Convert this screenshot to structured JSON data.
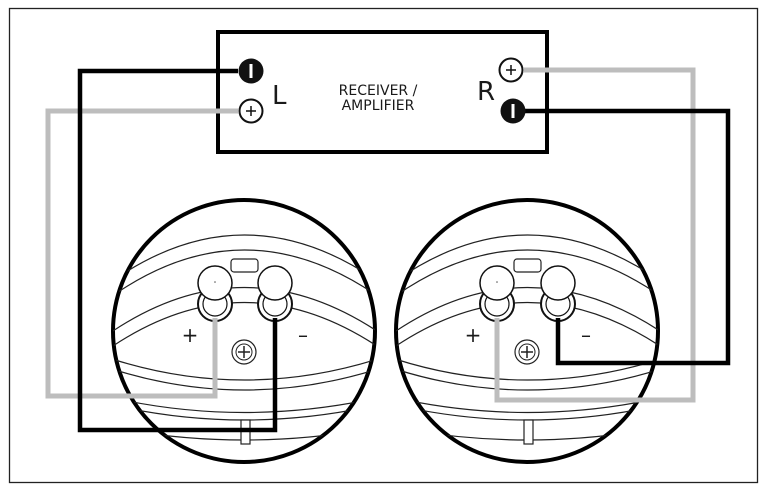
{
  "diagram": {
    "title": "Speaker wiring diagram",
    "receiver": {
      "label_line1": "RECEIVER /",
      "label_line2": "AMPLIFIER",
      "left_channel_label": "L",
      "right_channel_label": "R",
      "terminals": [
        {
          "channel": "L",
          "polarity": "negative",
          "style": "filled-black"
        },
        {
          "channel": "L",
          "polarity": "positive",
          "style": "outlined-plus"
        },
        {
          "channel": "R",
          "polarity": "positive",
          "style": "outlined-plus"
        },
        {
          "channel": "R",
          "polarity": "negative",
          "style": "filled-black"
        }
      ]
    },
    "speakers": [
      {
        "name": "left-speaker",
        "plus_label": "+",
        "minus_label": "–"
      },
      {
        "name": "right-speaker",
        "plus_label": "+",
        "minus_label": "–"
      }
    ],
    "wires": [
      {
        "name": "left-negative-wire",
        "color": "#000000",
        "from": "L negative",
        "to": "left speaker negative"
      },
      {
        "name": "left-positive-wire",
        "color": "#bdbdbd",
        "from": "L positive",
        "to": "left speaker positive"
      },
      {
        "name": "right-positive-wire",
        "color": "#bdbdbd",
        "from": "R positive",
        "to": "right speaker positive"
      },
      {
        "name": "right-negative-wire",
        "color": "#000000",
        "from": "R negative",
        "to": "right speaker negative"
      }
    ],
    "colors": {
      "negative_wire": "#000000",
      "positive_wire": "#bdbdbd",
      "outline": "#111111",
      "background": "#ffffff"
    }
  }
}
